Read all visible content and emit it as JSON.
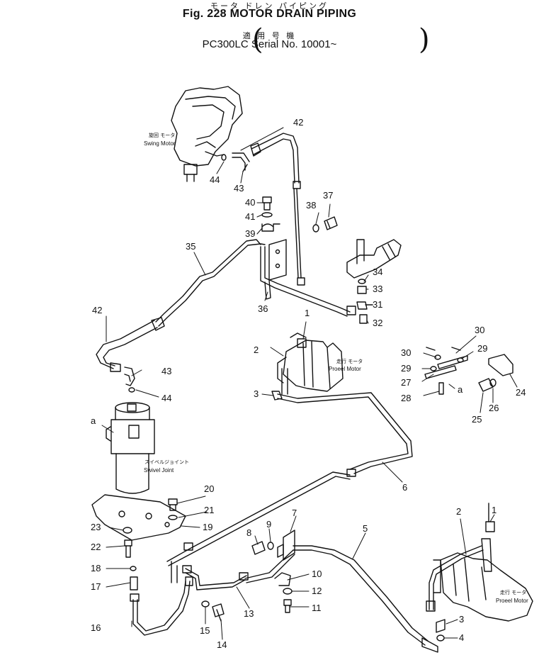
{
  "header": {
    "jp_title": "モータ ドレン パイピング",
    "title": "Fig. 228 MOTOR DRAIN PIPING",
    "jp_serial": "適 用 号 機",
    "serial": "PC300LC Serial No. 10001~"
  },
  "components": {
    "swing_motor_jp": "旋回 モータ",
    "swing_motor": "Swing Motor",
    "travel_motor_upper_jp": "走行 モータ",
    "travel_motor_upper": "Proeel Motor",
    "swivel_joint_jp": "スイベルジョイント",
    "swivel_joint": "Swivel Joint",
    "travel_motor_lower_jp": "走行 モータ",
    "travel_motor_lower": "Proeel Motor"
  },
  "callouts": {
    "c42a": "42",
    "c44a": "44",
    "c43a": "43",
    "c40": "40",
    "c41": "41",
    "c39": "39",
    "c38": "38",
    "c37": "37",
    "c35": "35",
    "c36": "36",
    "c34": "34",
    "c33": "33",
    "c31": "31",
    "c32": "32",
    "c42b": "42",
    "c1a": "1",
    "c2a": "2",
    "c43b": "43",
    "c44b": "44",
    "c3a": "3",
    "c30a": "30",
    "c30b": "30",
    "c29a": "29",
    "c29b": "29",
    "c27": "27",
    "c28": "28",
    "ca1": "a",
    "c25": "25",
    "c26": "26",
    "c24": "24",
    "ca2": "a",
    "c6": "6",
    "c20": "20",
    "c21": "21",
    "c19": "19",
    "c23": "23",
    "c22": "22",
    "c7": "7",
    "c8": "8",
    "c9": "9",
    "c5": "5",
    "c1b": "1",
    "c2b": "2",
    "c18": "18",
    "c17": "17",
    "c10": "10",
    "c12": "12",
    "c11": "11",
    "c13": "13",
    "c16": "16",
    "c15": "15",
    "c14": "14",
    "c3b": "3",
    "c4": "4"
  }
}
